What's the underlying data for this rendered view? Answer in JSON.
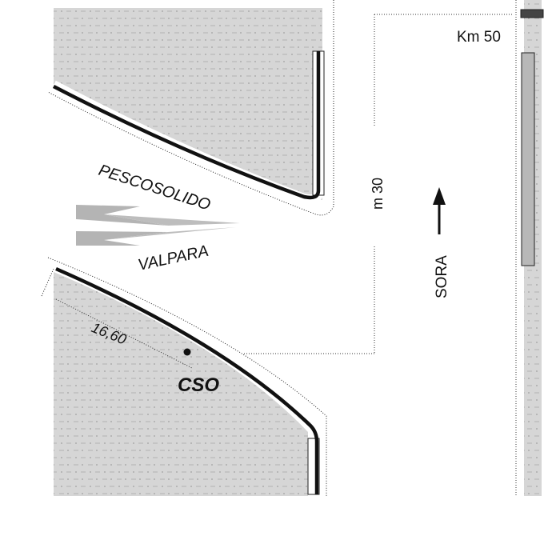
{
  "labels": {
    "pescosolido": "PESCOSOLIDO",
    "valpara": "VALPARA",
    "distance": "16,60",
    "station": "CSO",
    "gap": "m 30",
    "direction": "SORA",
    "km": "Km 50"
  },
  "colors": {
    "ground": "#d6d6d6",
    "ground_dots": "#a8a8a8",
    "rail": "#111111",
    "wedge": "#b4b4b4",
    "strip": "#cfcfcf",
    "bar": "#b8b8b8",
    "marker": "#444444"
  }
}
